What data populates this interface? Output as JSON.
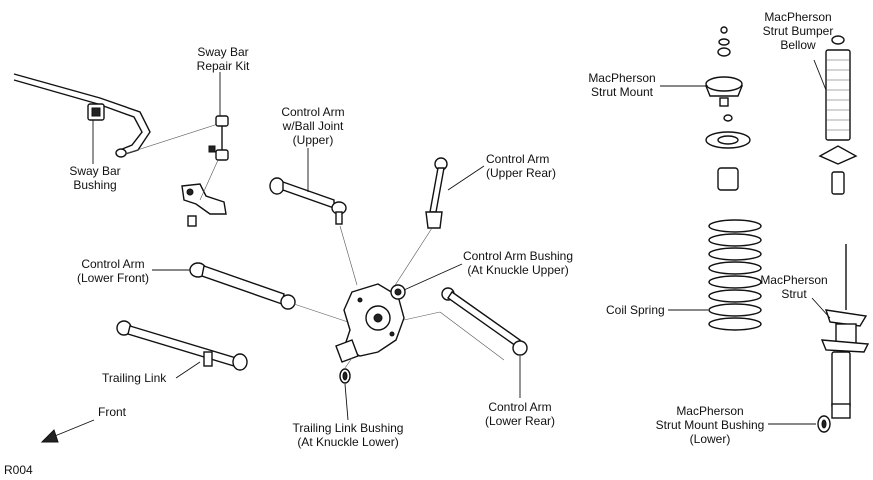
{
  "labels": {
    "sway_bar_repair_kit": "Sway Bar\nRepair Kit",
    "sway_bar_bushing": "Sway Bar\nBushing",
    "control_arm_upper": "Control Arm\nw/Ball Joint\n(Upper)",
    "control_arm_upper_rear": "Control Arm\n(Upper Rear)",
    "control_arm_lower_front": "Control Arm\n(Lower Front)",
    "control_arm_bushing_knuckle_upper": "Control Arm Bushing\n(At Knuckle Upper)",
    "trailing_link": "Trailing Link",
    "trailing_link_bushing": "Trailing Link Bushing\n(At Knuckle Lower)",
    "control_arm_lower_rear": "Control Arm\n(Lower Rear)",
    "front": "Front",
    "diagram_code": "R004",
    "macpherson_strut_mount": "MacPherson\nStrut Mount",
    "macpherson_bumper_bellow": "MacPherson\nStrut Bumper\nBellow",
    "coil_spring": "Coil Spring",
    "macpherson_strut": "MacPherson\nStrut",
    "macpherson_mount_bushing": "MacPherson\nStrut Mount Bushing\n(Lower)"
  }
}
